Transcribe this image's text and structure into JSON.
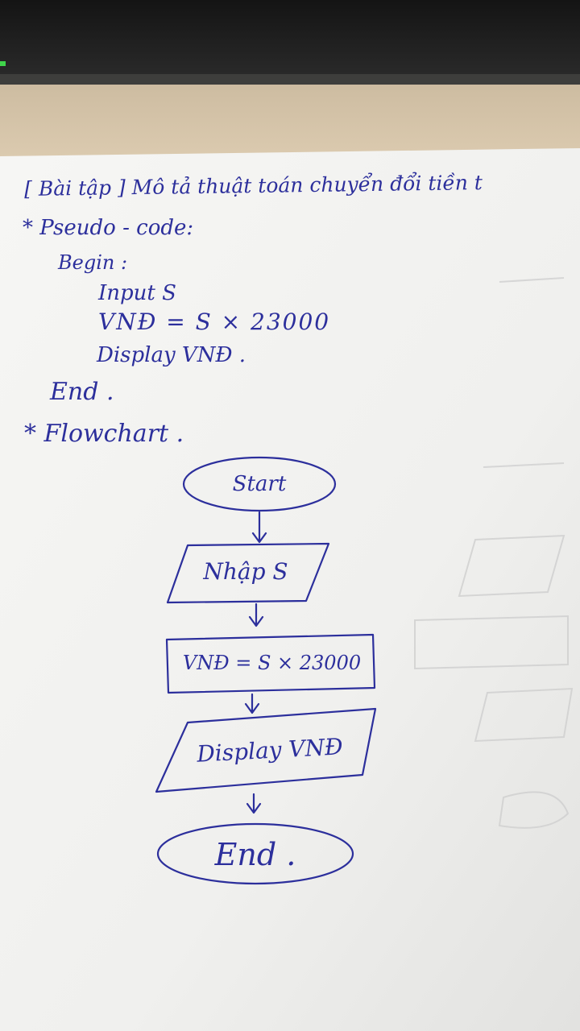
{
  "note": {
    "header": "[ Bài tập ] Mô tả thuật toán chuyển đổi tiền t",
    "pseudo_heading": "* Pseudo - code:",
    "pseudo_lines": [
      "Begin :",
      "Input S",
      "VNĐ = S × 23000",
      "Display VNĐ .",
      "End ."
    ],
    "flow_heading": "* Flowchart .",
    "flowchart": {
      "start": "Start",
      "input": "Nhập S",
      "process": "VNĐ = S × 23000",
      "output": "Display VNĐ",
      "end": "End ."
    }
  },
  "colors": {
    "ink": "#2c2f9c",
    "paper": "#f4f4f2",
    "desk": "#d9c8ad",
    "monitor": "#1f1f1f"
  }
}
